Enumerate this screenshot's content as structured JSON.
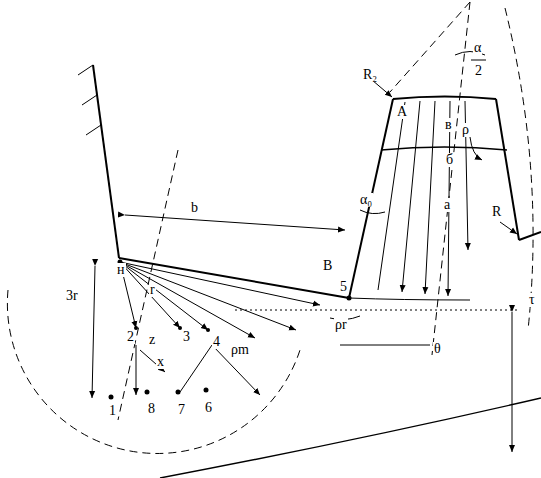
{
  "diagram": {
    "labels": [
      "α",
      "2",
      "R₂",
      "A",
      "в",
      "ρ",
      "б",
      "α₀",
      "b",
      "а",
      "B",
      "5",
      "R",
      "н",
      "θ",
      "ρr",
      "τ",
      "3r",
      "r",
      "2",
      "z",
      "3",
      "4",
      "ρm",
      "x",
      "1",
      "8",
      "7",
      "6"
    ]
  }
}
